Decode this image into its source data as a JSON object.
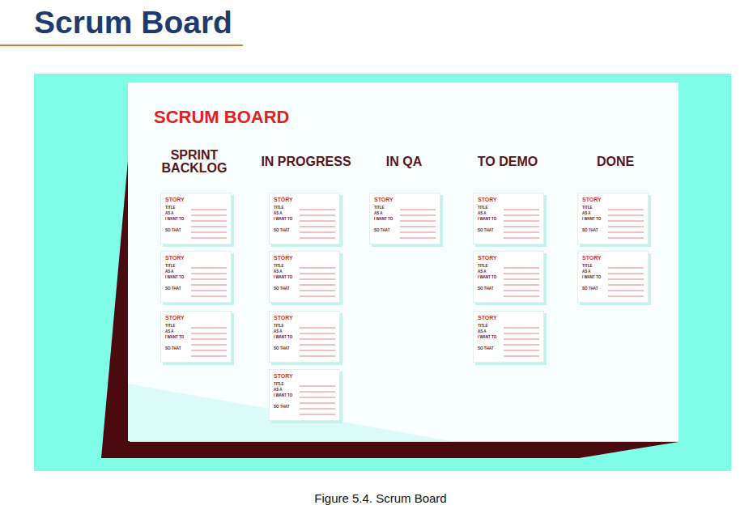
{
  "diagram": {
    "title": "Scrum Board",
    "caption": "Figure 5.4. Scrum Board",
    "nodes": [
      {
        "text": [
          "SCRUM BOARD"
        ]
      },
      {
        "text": [
          "STORY",
          "TITLE",
          "AS A",
          "I WANT TO",
          "SO THAT"
        ],
        "in": 0
      },
      {
        "text": [
          "STORY",
          "TITLE",
          "AS A",
          "I WANT TO",
          "SO THAT"
        ],
        "in": 0
      },
      {
        "text": [
          "STORY",
          "TITLE",
          "AS A",
          "I WANT TO",
          "SO THAT"
        ],
        "in": 0
      },
      {
        "text": [
          "STORY",
          "TITLE",
          "AS A",
          "I WANT TO",
          "SO THAT"
        ],
        "in": 0
      },
      {
        "text": [
          "STORY",
          "TITLE",
          "AS A",
          "I WANT TO",
          "SO THAT"
        ],
        "in": 0
      },
      {
        "text": [
          "STORY",
          "TITLE",
          "AS A",
          "I WANT TO",
          "SO THAT"
        ],
        "in": 0
      },
      {
        "text": [
          "STORY",
          "TITLE",
          "AS A",
          "I WANT TO",
          "SO THAT"
        ],
        "in": 0
      },
      {
        "text": [
          "STORY",
          "TITLE",
          "AS A",
          "I WANT TO",
          "SO THAT"
        ],
        "in": 0
      },
      {
        "text": [
          "STORY",
          "TITLE",
          "AS A",
          "I WANT TO",
          "SO THAT"
        ],
        "in": 0
      },
      {
        "text": [
          "STORY",
          "TITLE",
          "AS A",
          "I WANT TO",
          "SO THAT"
        ],
        "in": 0
      },
      {
        "text": [
          "STORY",
          "TITLE",
          "AS A",
          "I WANT TO",
          "SO THAT"
        ],
        "in": 0
      },
      {
        "text": [
          "STORY",
          "TITLE",
          "AS A",
          "I WANT TO",
          "SO THAT"
        ],
        "in": 0
      },
      {
        "text": [
          "STORY",
          "TITLE",
          "AS A",
          "I WANT TO",
          "SO THAT"
        ],
        "in": 0
      }
    ],
    "labels": [
      "SPRINT BACKLOG",
      "IN PROGRESS",
      "IN QA",
      "TO DEMO",
      "DONE"
    ]
  }
}
